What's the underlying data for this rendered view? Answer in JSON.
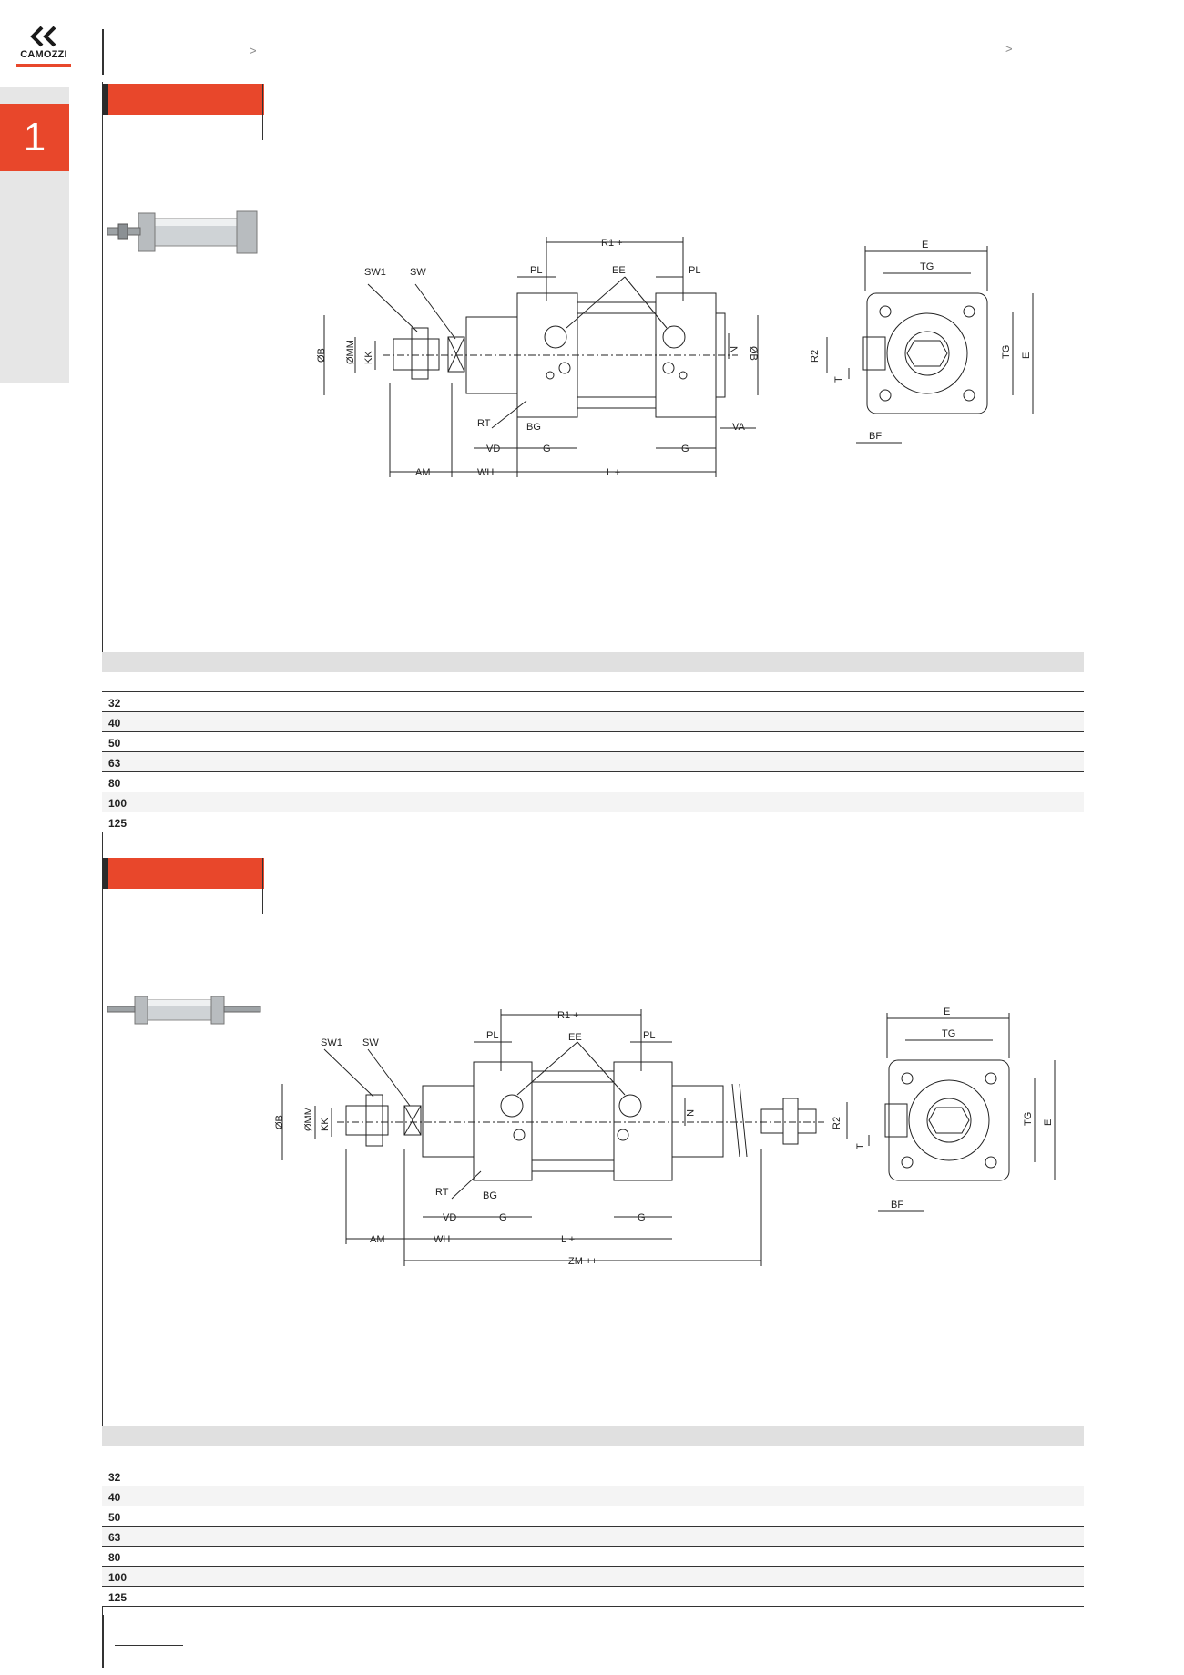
{
  "brand": {
    "name": "CAMOZZI",
    "accent": "#e8472b"
  },
  "page_tab": {
    "number": "1"
  },
  "nav": {
    "chevron_left": ">",
    "chevron_right": ">"
  },
  "section1": {
    "drawing_labels": {
      "sw1": "SW1",
      "sw": "SW",
      "r1": "R1 +",
      "pl_left": "PL",
      "ee": "EE",
      "pl_right": "PL",
      "b": "ØB",
      "mm": "ØMM",
      "kk": "KK",
      "n": "N",
      "b_right": "ØB",
      "rt": "RT",
      "bg": "BG",
      "va": "VA",
      "vd": "VD",
      "g1": "G",
      "g2": "G",
      "am": "AM",
      "wh": "WH",
      "l": "L +",
      "e": "E",
      "tg": "TG",
      "r2": "R2",
      "t": "T",
      "tg_v": "TG",
      "e_v": "E",
      "bf": "BF"
    },
    "table": {
      "rows": [
        "32",
        "40",
        "50",
        "63",
        "80",
        "100",
        "125"
      ]
    }
  },
  "section2": {
    "drawing_labels": {
      "sw1": "SW1",
      "sw": "SW",
      "r1": "R1 +",
      "pl_left": "PL",
      "ee": "EE",
      "pl_right": "PL",
      "b": "ØB",
      "mm": "ØMM",
      "kk": "KK",
      "n": "N",
      "rt": "RT",
      "bg": "BG",
      "vd": "VD",
      "g1": "G",
      "g2": "G",
      "am": "AM",
      "wh": "WH",
      "l": "L +",
      "zm": "ZM ++",
      "e": "E",
      "tg": "TG",
      "r2": "R2",
      "t": "T",
      "tg_v": "TG",
      "e_v": "E",
      "bf": "BF"
    },
    "table": {
      "rows": [
        "32",
        "40",
        "50",
        "63",
        "80",
        "100",
        "125"
      ]
    }
  }
}
